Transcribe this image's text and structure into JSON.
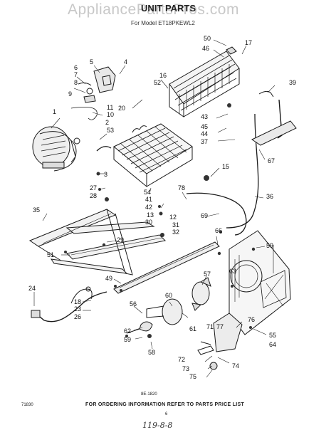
{
  "watermark": "AppliancePartsPros.com",
  "title": "UNIT PARTS",
  "model_line": "For Model ET18PKEWL2",
  "footer": "FOR ORDERING INFORMATION REFER TO PARTS PRICE LIST",
  "figure_code": "8E-1820",
  "corner_code": "71830",
  "page_number": "6",
  "handwritten": "119-8-8",
  "part_labels": {
    "p50": "50",
    "p46": "46",
    "p17": "17",
    "p4": "4",
    "p5": "5",
    "p6": "6",
    "p7": "7",
    "p8": "8",
    "p9": "9",
    "p16": "16",
    "p52": "52",
    "p39": "39",
    "p11": "11",
    "p10": "10",
    "p20": "20",
    "p1": "1",
    "p2": "2",
    "p53": "53",
    "p43": "43",
    "p45": "45",
    "p44": "44",
    "p37": "37",
    "p67": "67",
    "p3": "3",
    "p15": "15",
    "p27": "27",
    "p28": "28",
    "p54": "54",
    "p41": "41",
    "p42": "42",
    "p78": "78",
    "p36": "36",
    "p35": "35",
    "p13": "13",
    "p12": "12",
    "p31": "31",
    "p32": "32",
    "p30": "30",
    "p69": "69",
    "p66": "66",
    "p29": "29",
    "p59a": "59",
    "p51": "51",
    "p49": "49",
    "p57": "57",
    "p63": "63",
    "p24": "24",
    "p60": "60",
    "p18": "18",
    "p23": "23",
    "p26": "26",
    "p56": "56",
    "p76": "76",
    "p71": "71",
    "p77": "77",
    "p61": "61",
    "p62": "62",
    "p59b": "59",
    "p55": "55",
    "p64": "64",
    "p58": "58",
    "p72": "72",
    "p74": "74",
    "p73": "73",
    "p75": "75"
  }
}
